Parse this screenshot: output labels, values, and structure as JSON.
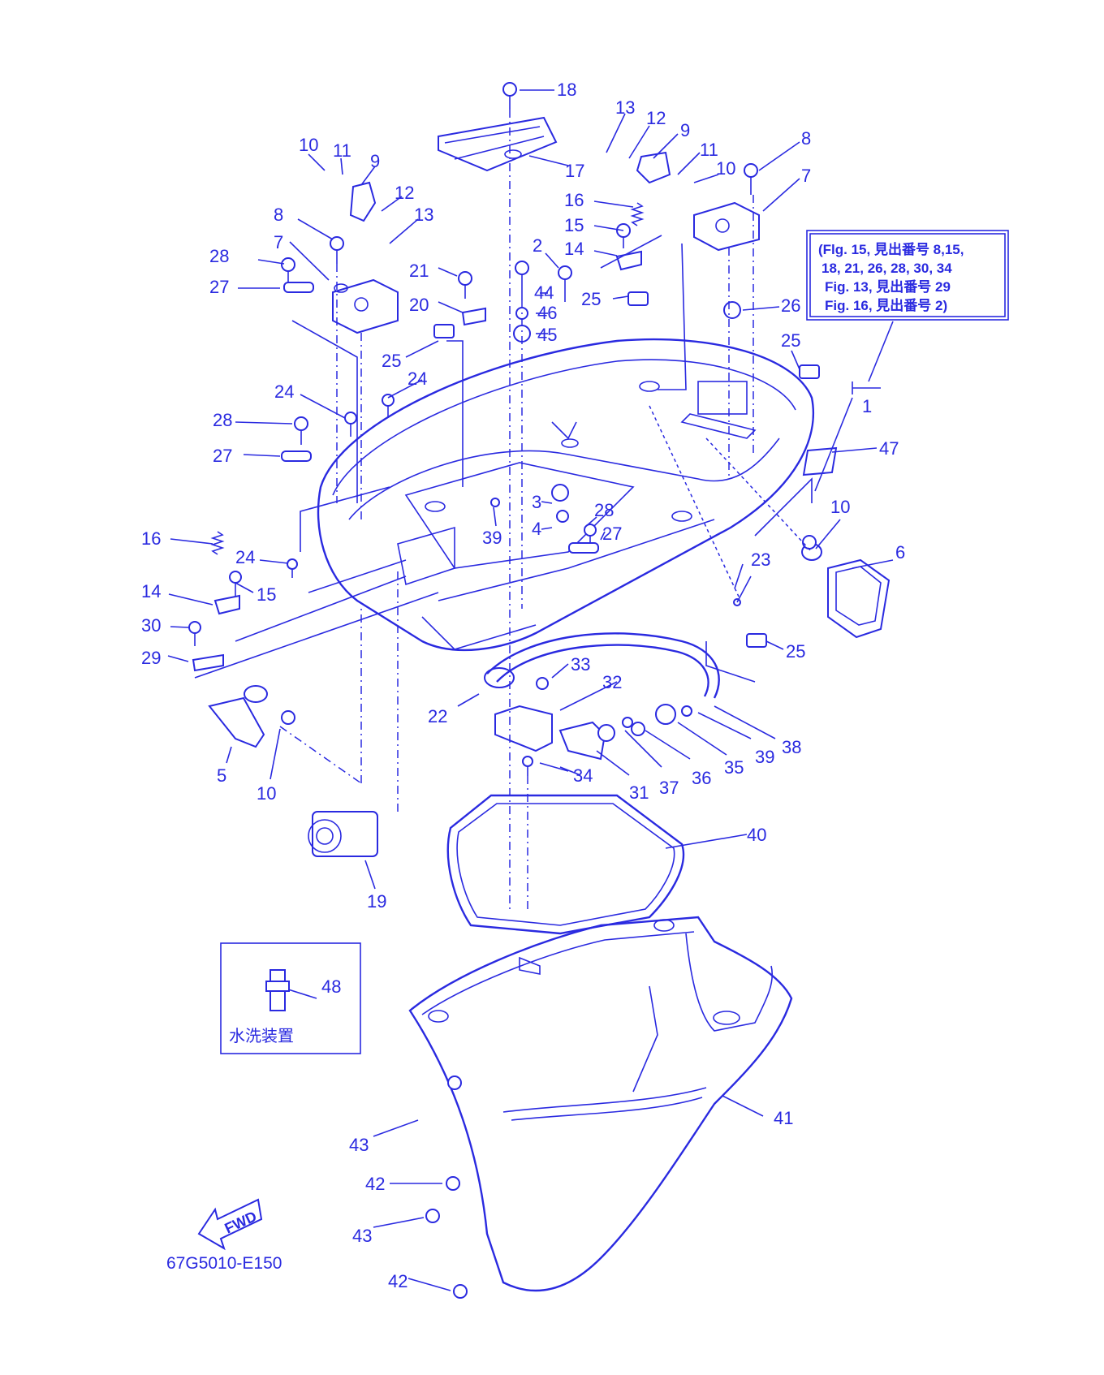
{
  "diagram": {
    "drawing_code": "67G5010-E150",
    "fwd_arrow": "FWD",
    "note_box": {
      "lines": [
        "(Flg. 15, 見出番号 8,15,",
        "18, 21, 26, 28, 30, 34",
        "Fig. 13, 見出番号 29",
        "Fig. 16, 見出番号 2)"
      ]
    },
    "inset": {
      "part_number": "48",
      "caption": "水洗装置"
    },
    "callouts": [
      "1",
      "2",
      "3",
      "4",
      "5",
      "6",
      "7",
      "8",
      "9",
      "10",
      "11",
      "12",
      "13",
      "14",
      "15",
      "16",
      "17",
      "18",
      "19",
      "20",
      "21",
      "22",
      "23",
      "24",
      "25",
      "26",
      "27",
      "28",
      "29",
      "30",
      "31",
      "32",
      "33",
      "34",
      "35",
      "36",
      "37",
      "38",
      "39",
      "40",
      "41",
      "42",
      "43",
      "44",
      "45",
      "46",
      "47",
      "48"
    ],
    "colors": {
      "ink": "#2a2ae0",
      "background": "#ffffff"
    }
  }
}
